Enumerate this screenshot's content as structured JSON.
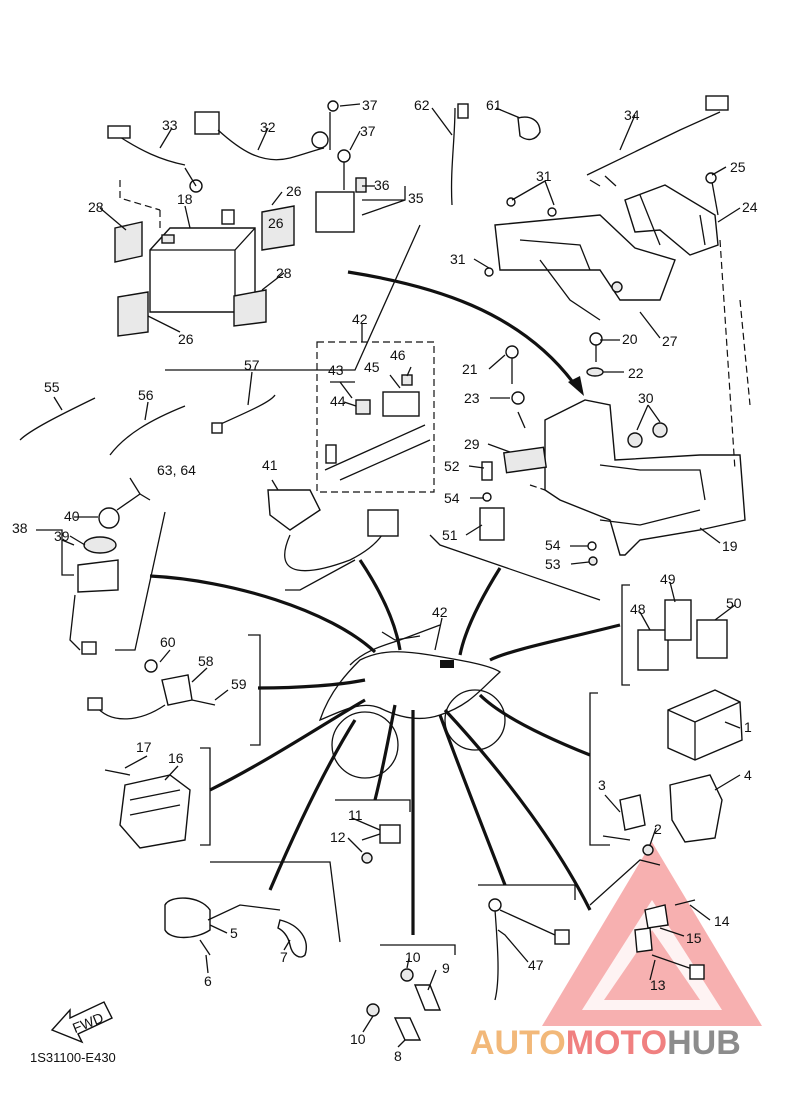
{
  "diagram_code": "1S31100-E430",
  "fwd_label": "FWD",
  "watermark": {
    "part1": "AUTO",
    "part2": "MOTO",
    "part3": "HUB",
    "color1": "#f2b879",
    "color2": "#f08080",
    "color3": "#8c8c8c",
    "triangle_color": "#f07070"
  },
  "labels": {
    "p1": "1",
    "p2": "2",
    "p3": "3",
    "p4": "4",
    "p5": "5",
    "p6": "6",
    "p7": "7",
    "p8": "8",
    "p9": "9",
    "p10a": "10",
    "p10b": "10",
    "p11": "11",
    "p12": "12",
    "p13": "13",
    "p14": "14",
    "p15": "15",
    "p16": "16",
    "p17": "17",
    "p18": "18",
    "p19": "19",
    "p20": "20",
    "p21": "21",
    "p22": "22",
    "p23": "23",
    "p24": "24",
    "p25": "25",
    "p26a": "26",
    "p26b": "26",
    "p26c": "26",
    "p27": "27",
    "p28a": "28",
    "p28b": "28",
    "p29": "29",
    "p30": "30",
    "p31a": "31",
    "p31b": "31",
    "p32": "32",
    "p33": "33",
    "p34": "34",
    "p35": "35",
    "p36": "36",
    "p37a": "37",
    "p37b": "37",
    "p38": "38",
    "p39": "39",
    "p40": "40",
    "p41": "41",
    "p42a": "42",
    "p42b": "42",
    "p43": "43",
    "p44": "44",
    "p45": "45",
    "p46": "46",
    "p47": "47",
    "p48": "48",
    "p49": "49",
    "p50": "50",
    "p51": "51",
    "p52": "52",
    "p53": "53",
    "p54a": "54",
    "p54b": "54",
    "p55": "55",
    "p56": "56",
    "p57": "57",
    "p58": "58",
    "p59": "59",
    "p60": "60",
    "p61": "61",
    "p62": "62",
    "p6364": "63, 64"
  }
}
